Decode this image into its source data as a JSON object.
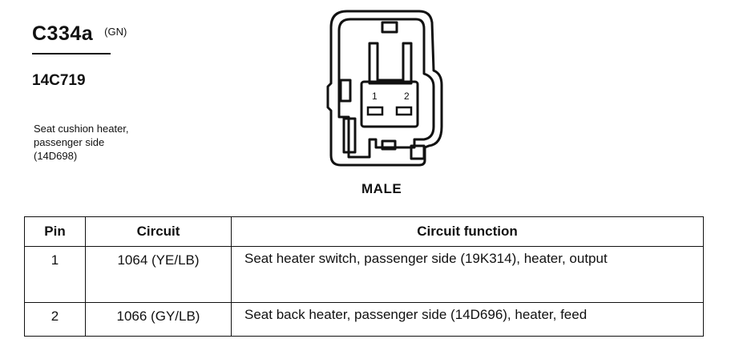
{
  "connector": {
    "id": "C334a",
    "color_code": "(GN)",
    "part_number": "14C719",
    "description_lines": [
      "Seat cushion heater,",
      "passenger side",
      "(14D698)"
    ]
  },
  "diagram": {
    "gender": "MALE",
    "pin_labels": [
      "1",
      "2"
    ]
  },
  "table": {
    "headers": {
      "pin": "Pin",
      "circuit": "Circuit",
      "function": "Circuit function"
    },
    "rows": [
      {
        "pin": "1",
        "circuit": "1064 (YE/LB)",
        "function": "Seat heater switch, passenger side (19K314), heater, output"
      },
      {
        "pin": "2",
        "circuit": "1066 (GY/LB)",
        "function": "Seat back heater, passenger side (14D696), heater, feed"
      }
    ]
  }
}
